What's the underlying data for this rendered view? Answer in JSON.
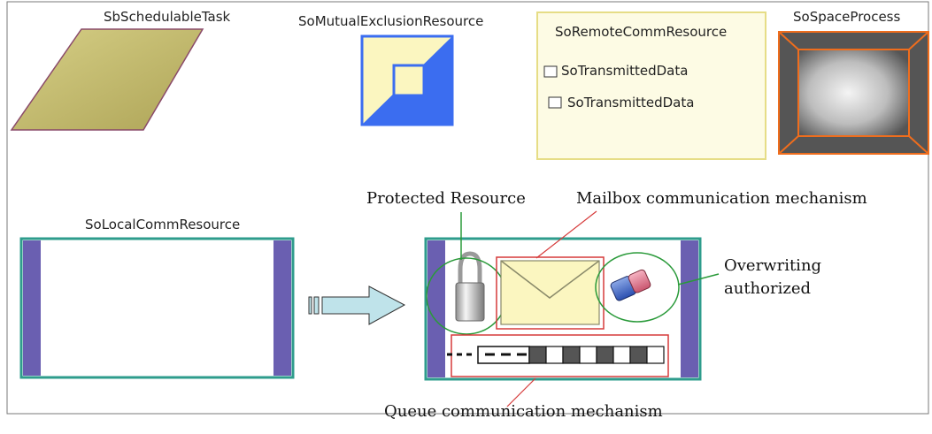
{
  "stereotypes": {
    "schedulable_task": "SbSchedulableTask",
    "mutual_exclusion": "SoMutualExclusionResource",
    "remote_comm": "SoRemoteCommResource",
    "remote_comm_items": [
      "SoTransmittedData",
      "SoTransmittedData"
    ],
    "space_process": "SoSpaceProcess",
    "local_comm": "SoLocalCommResource"
  },
  "annotations": {
    "protected_resource": "Protected Resource",
    "mailbox": "Mailbox communication mechanism",
    "overwriting_line1": "Overwriting",
    "overwriting_line2": "authorized",
    "queue": "Queue communication mechanism"
  },
  "icons": [
    "parallelogram-icon",
    "mutual-exclusion-icon",
    "space-process-icon",
    "padlock-icon",
    "envelope-icon",
    "eraser-icon",
    "queue-icon",
    "right-arrow-icon"
  ],
  "colors": {
    "task_fill": "#c8c27a",
    "task_border": "#8a4a6a",
    "mutex_blue": "#3b6df0",
    "mutex_light": "#fbf6c0",
    "remote_fill": "#fdfbe4",
    "remote_border": "#e6dd86",
    "process_orange": "#ef6d1d",
    "local_border": "#2e9c8c",
    "local_bar": "#6a5fb1",
    "arrow_fill": "#bfe3ea",
    "callout_green": "#2a9a3a",
    "callout_red": "#d63a3a"
  }
}
